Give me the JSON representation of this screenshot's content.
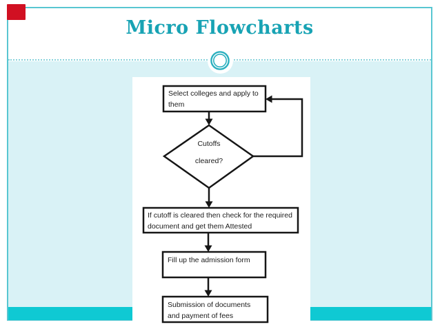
{
  "slide": {
    "title": "Micro Flowcharts",
    "theme": {
      "accent_band_color": "#0fc9d3",
      "background_tint_color": "#d9f2f6",
      "title_color": "#18a3b4",
      "border_color": "#58c6d1",
      "dotted_line_color": "#85d2db",
      "ring_color": "#2bb0bf",
      "marker_color": "#d11022",
      "flowchart_line_color": "#161616"
    }
  },
  "flowchart": {
    "node1_label": "Select colleges and apply to them",
    "decision_line1": "Cutoffs",
    "decision_line2": "cleared?",
    "node2_label": "If cutoff is cleared then check for the required document and get them Attested",
    "node3_label": "Fill up the admission form",
    "node4_label": "Submission of documents and payment of fees"
  }
}
